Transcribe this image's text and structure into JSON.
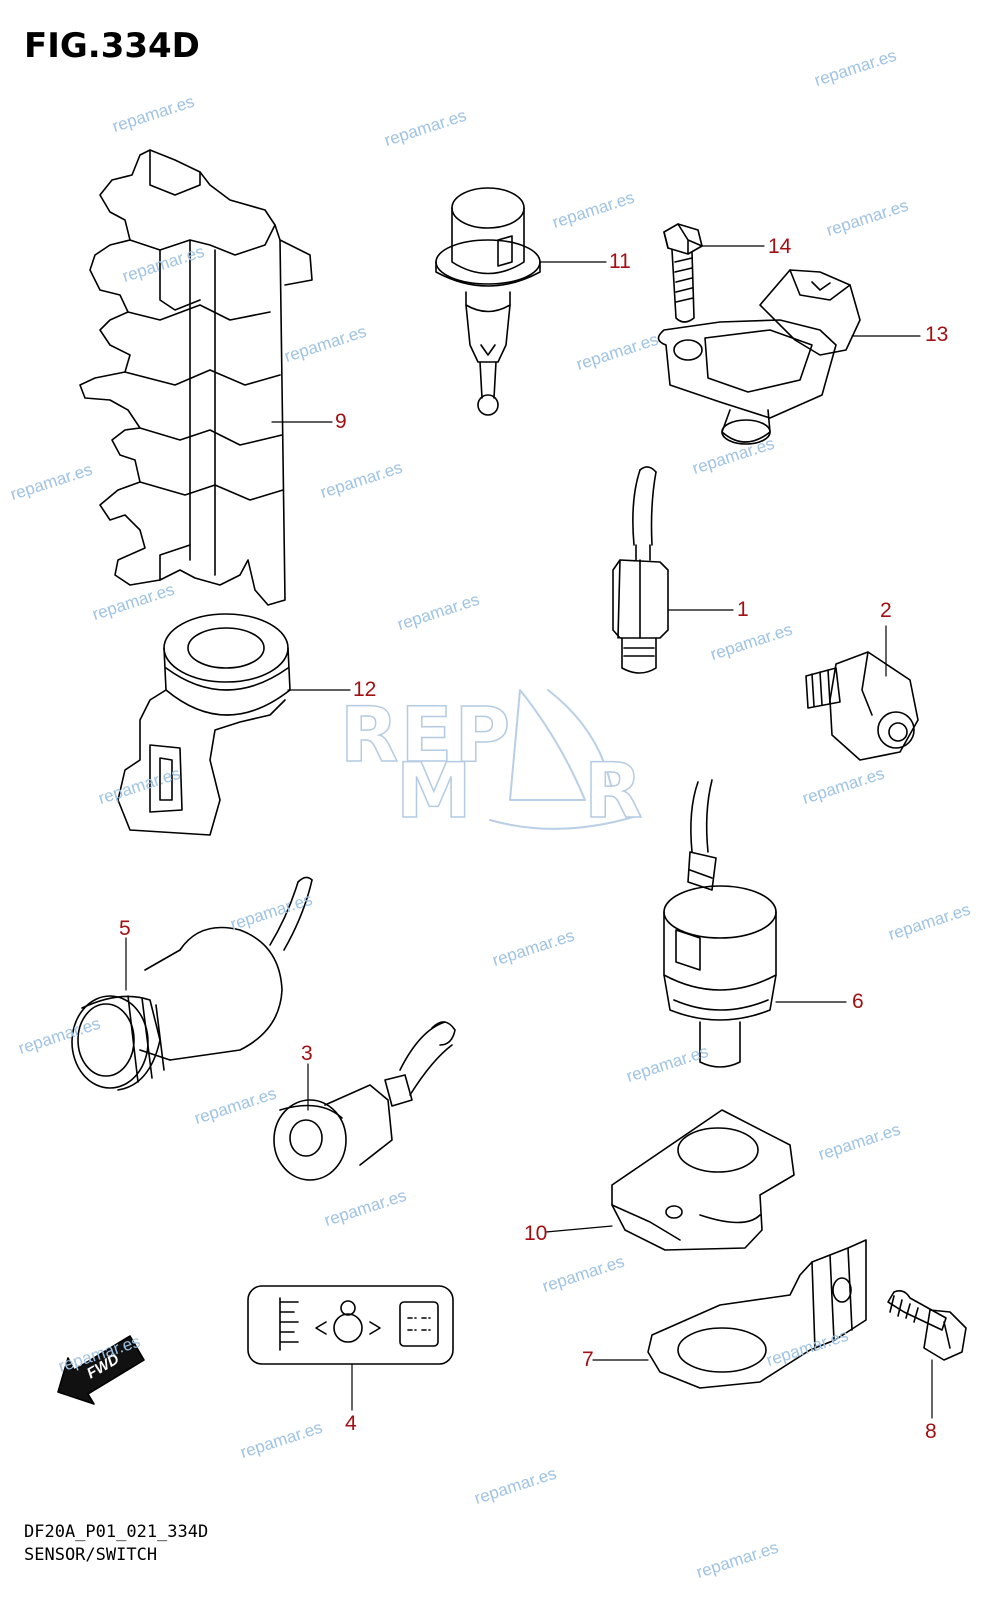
{
  "figure": {
    "title": "FIG.334D",
    "code": "DF20A_P01_021_334D",
    "caption": "SENSOR/SWITCH"
  },
  "callouts": {
    "c1": "1",
    "c2": "2",
    "c3": "3",
    "c4": "4",
    "c5": "5",
    "c6": "6",
    "c7": "7",
    "c8": "8",
    "c9": "9",
    "c10": "10",
    "c11": "11",
    "c12": "12",
    "c13": "13",
    "c14": "14"
  },
  "watermark": {
    "text": "repamar.es",
    "logo_top": "REP",
    "logo_bottom_left": "M",
    "logo_bottom_right": "R"
  },
  "fwd_arrow": {
    "label": "FWD"
  },
  "colors": {
    "callout": "#a30f12",
    "watermark": "#9fc3e3",
    "line": "#000000"
  }
}
